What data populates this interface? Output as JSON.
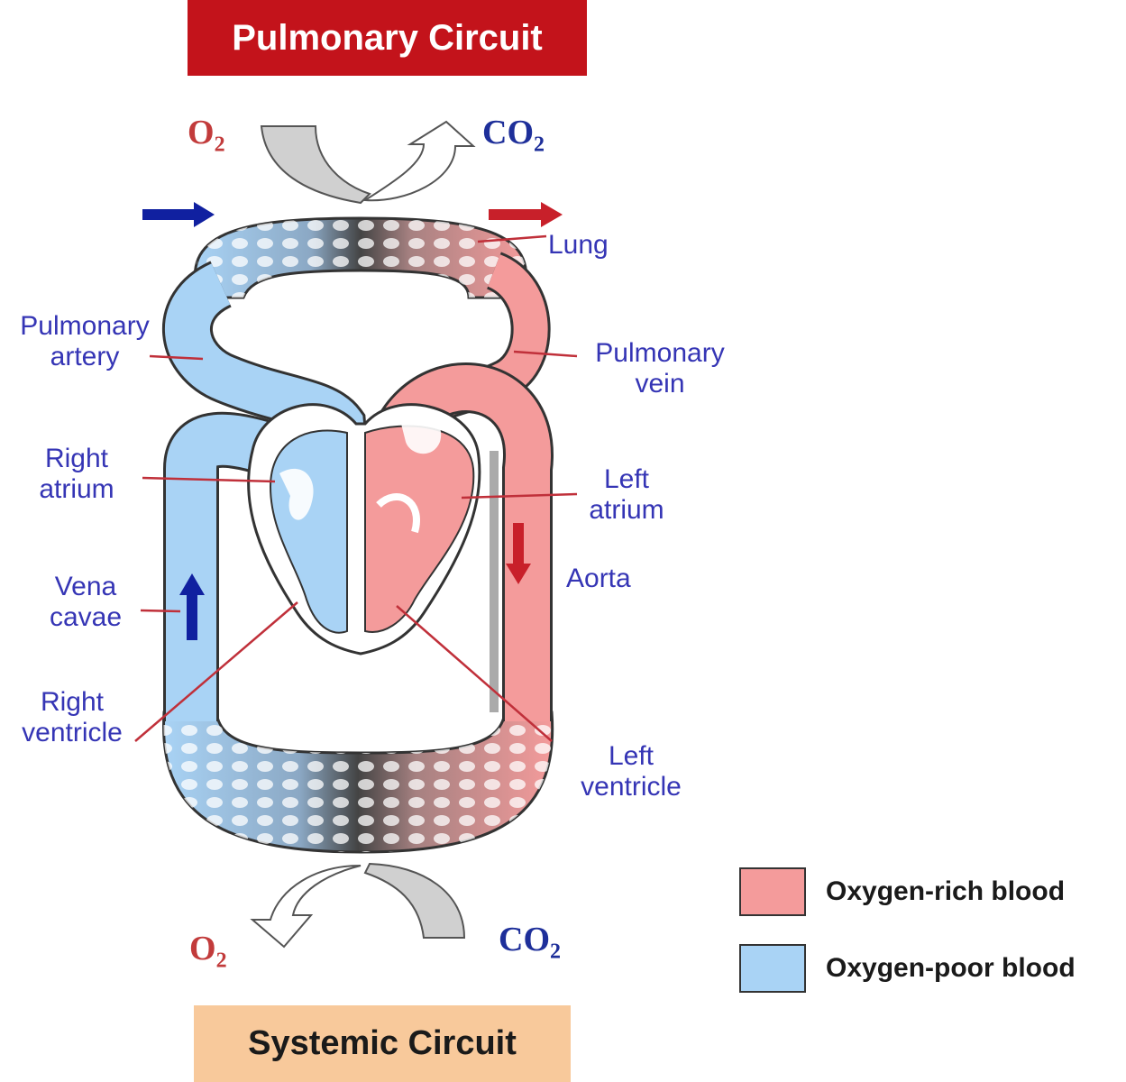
{
  "banners": {
    "pulmonary": "Pulmonary Circuit",
    "systemic": "Systemic Circuit"
  },
  "gases": {
    "top_o2": "O",
    "top_o2_sub": "2",
    "top_co2": "CO",
    "top_co2_sub": "2",
    "bottom_o2": "O",
    "bottom_o2_sub": "2",
    "bottom_co2": "CO",
    "bottom_co2_sub": "2"
  },
  "labels": {
    "lung": "Lung",
    "pulmonary_artery_1": "Pulmonary",
    "pulmonary_artery_2": "artery",
    "pulmonary_vein_1": "Pulmonary",
    "pulmonary_vein_2": "vein",
    "right_atrium_1": "Right",
    "right_atrium_2": "atrium",
    "left_atrium_1": "Left",
    "left_atrium_2": "atrium",
    "vena_cavae_1": "Vena",
    "vena_cavae_2": "cavae",
    "aorta": "Aorta",
    "right_ventricle_1": "Right",
    "right_ventricle_2": "ventricle",
    "left_ventricle_1": "Left",
    "left_ventricle_2": "ventricle"
  },
  "legend": {
    "oxygen_rich": "Oxygen-rich blood",
    "oxygen_poor": "Oxygen-poor blood"
  },
  "colors": {
    "oxygen_rich": "#f49b9b",
    "oxygen_poor": "#a9d3f5",
    "banner_red": "#c3131b",
    "banner_tan": "#f8c99b",
    "label_blue": "#3535b5",
    "arrow_blue": "#1020a0",
    "arrow_red": "#c8202a"
  }
}
